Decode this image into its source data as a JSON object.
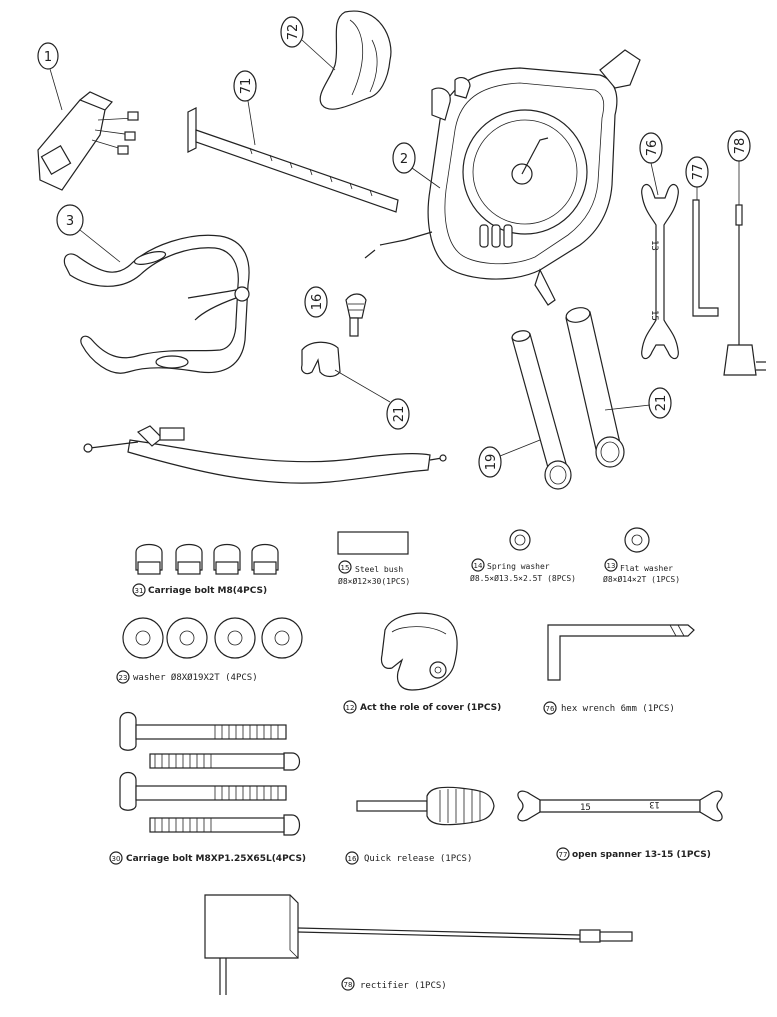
{
  "callouts": {
    "c1": "1",
    "c2": "2",
    "c3": "3",
    "c16": "16",
    "c19": "19",
    "c21a": "21",
    "c21b": "21",
    "c71": "71",
    "c72": "72",
    "c76": "76",
    "c77": "77",
    "c78": "78"
  },
  "spanner_marks": {
    "top_13": "13",
    "top_15": "15",
    "bottom_15": "15",
    "bottom_13": "13"
  },
  "hardware": {
    "carriage_bolt_m8": {
      "num": "31",
      "text": "Carriage bolt M8(4PCS)"
    },
    "steel_bush": {
      "num": "15",
      "line1": "Steel bush",
      "line2": "Ø8×Ø12×30(1PCS)"
    },
    "spring_washer": {
      "num": "14",
      "line1": "Spring washer",
      "line2": "Ø8.5×Ø13.5×2.5T (8PCS)"
    },
    "flat_washer": {
      "num": "13",
      "line1": "Flat washer",
      "line2": "Ø8×Ø14×2T (1PCS)"
    },
    "washer": {
      "num": "23",
      "text": "washer Ø8XØ19X2T (4PCS)"
    },
    "cover": {
      "num": "12",
      "text": "Act the role of cover (1PCS)"
    },
    "hex_wrench": {
      "num": "76",
      "text": "hex wrench 6mm (1PCS)"
    },
    "carriage_bolt_long": {
      "num": "30",
      "text": "Carriage bolt M8XP1.25X65L(4PCS)"
    },
    "quick_release": {
      "num": "16",
      "text": "Quick release (1PCS)"
    },
    "open_spanner": {
      "num": "77",
      "text": "open spanner 13-15 (1PCS)"
    },
    "rectifier": {
      "num": "78",
      "text": "rectifier (1PCS)"
    }
  }
}
